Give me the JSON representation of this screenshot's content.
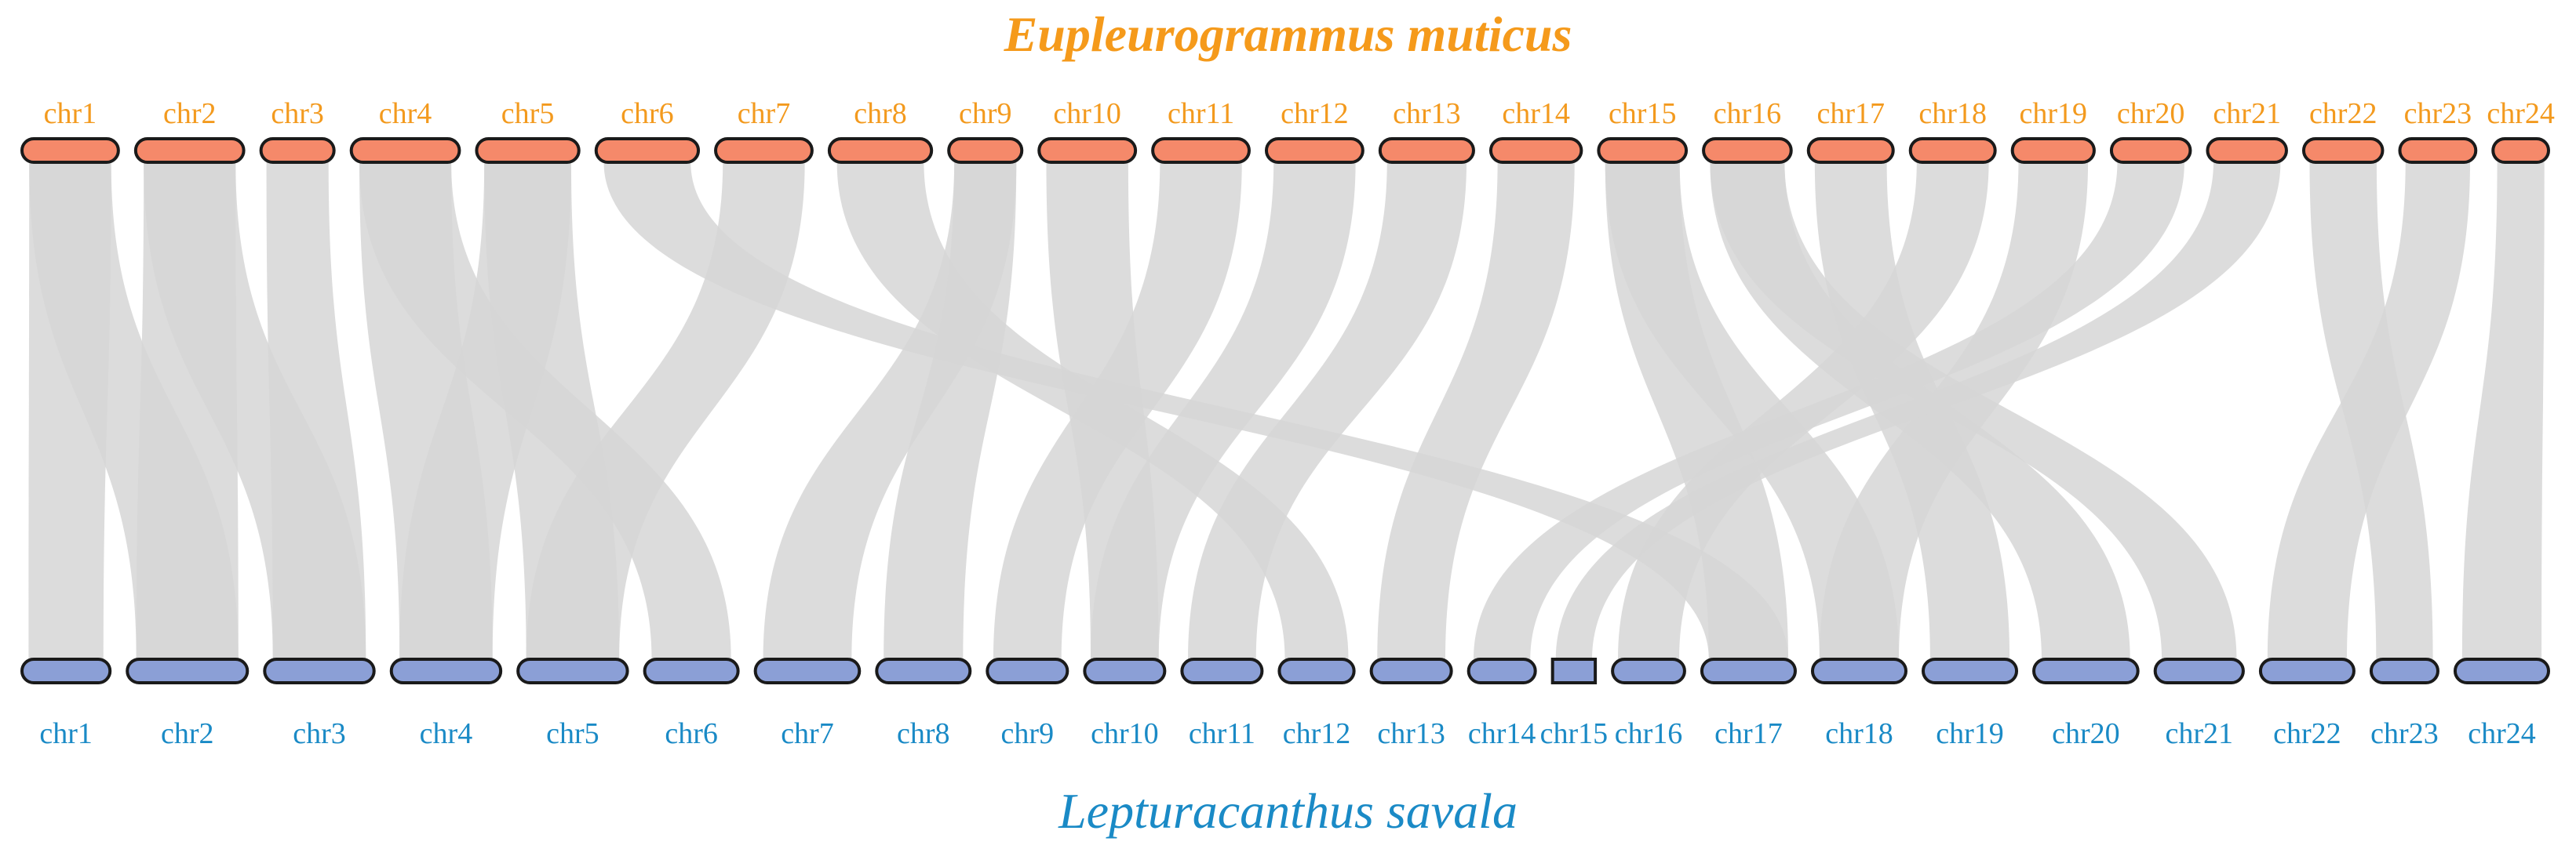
{
  "top_genome": {
    "species": "Eupleurogrammus muticus",
    "title_color": "#f59a1b",
    "label_color": "#f39a1e",
    "bar_color": "#f5896a",
    "chromosomes": [
      {
        "name": "chr1",
        "size": 33
      },
      {
        "name": "chr2",
        "size": 37
      },
      {
        "name": "chr3",
        "size": 25
      },
      {
        "name": "chr4",
        "size": 37
      },
      {
        "name": "chr5",
        "size": 35
      },
      {
        "name": "chr6",
        "size": 35
      },
      {
        "name": "chr7",
        "size": 33
      },
      {
        "name": "chr8",
        "size": 35
      },
      {
        "name": "chr9",
        "size": 25
      },
      {
        "name": "chr10",
        "size": 33
      },
      {
        "name": "chr11",
        "size": 33
      },
      {
        "name": "chr12",
        "size": 33
      },
      {
        "name": "chr13",
        "size": 32
      },
      {
        "name": "chr14",
        "size": 31
      },
      {
        "name": "chr15",
        "size": 30
      },
      {
        "name": "chr16",
        "size": 30
      },
      {
        "name": "chr17",
        "size": 29
      },
      {
        "name": "chr18",
        "size": 29
      },
      {
        "name": "chr19",
        "size": 28
      },
      {
        "name": "chr20",
        "size": 27
      },
      {
        "name": "chr21",
        "size": 27
      },
      {
        "name": "chr22",
        "size": 27
      },
      {
        "name": "chr23",
        "size": 26
      },
      {
        "name": "chr24",
        "size": 19
      }
    ]
  },
  "bottom_genome": {
    "species": "Lepturacanthus savala",
    "title_color": "#1a8ac6",
    "label_color": "#1a8ac6",
    "bar_color": "#8b9fd6",
    "chromosomes": [
      {
        "name": "chr1",
        "size": 33
      },
      {
        "name": "chr2",
        "size": 45
      },
      {
        "name": "chr3",
        "size": 41
      },
      {
        "name": "chr4",
        "size": 41
      },
      {
        "name": "chr5",
        "size": 41
      },
      {
        "name": "chr6",
        "size": 35
      },
      {
        "name": "chr7",
        "size": 39
      },
      {
        "name": "chr8",
        "size": 35
      },
      {
        "name": "chr9",
        "size": 30
      },
      {
        "name": "chr10",
        "size": 30
      },
      {
        "name": "chr11",
        "size": 30
      },
      {
        "name": "chr12",
        "size": 28
      },
      {
        "name": "chr13",
        "size": 30
      },
      {
        "name": "chr14",
        "size": 25
      },
      {
        "name": "chr15",
        "size": 16
      },
      {
        "name": "chr16",
        "size": 27
      },
      {
        "name": "chr17",
        "size": 35
      },
      {
        "name": "chr18",
        "size": 35
      },
      {
        "name": "chr19",
        "size": 35
      },
      {
        "name": "chr20",
        "size": 39
      },
      {
        "name": "chr21",
        "size": 33
      },
      {
        "name": "chr22",
        "size": 35
      },
      {
        "name": "chr23",
        "size": 25
      },
      {
        "name": "chr24",
        "size": 35
      }
    ]
  },
  "link_color": "#d6d6d6",
  "synteny_links": [
    {
      "top": "chr1",
      "bottom": "chr1"
    },
    {
      "top": "chr1",
      "bottom": "chr2"
    },
    {
      "top": "chr2",
      "bottom": "chr2"
    },
    {
      "top": "chr2",
      "bottom": "chr3"
    },
    {
      "top": "chr3",
      "bottom": "chr3"
    },
    {
      "top": "chr4",
      "bottom": "chr4"
    },
    {
      "top": "chr4",
      "bottom": "chr6"
    },
    {
      "top": "chr5",
      "bottom": "chr5"
    },
    {
      "top": "chr5",
      "bottom": "chr4"
    },
    {
      "top": "chr6",
      "bottom": "chr17"
    },
    {
      "top": "chr7",
      "bottom": "chr5"
    },
    {
      "top": "chr8",
      "bottom": "chr12"
    },
    {
      "top": "chr9",
      "bottom": "chr7"
    },
    {
      "top": "chr9",
      "bottom": "chr8"
    },
    {
      "top": "chr10",
      "bottom": "chr10"
    },
    {
      "top": "chr11",
      "bottom": "chr9"
    },
    {
      "top": "chr12",
      "bottom": "chr10"
    },
    {
      "top": "chr13",
      "bottom": "chr11"
    },
    {
      "top": "chr14",
      "bottom": "chr13"
    },
    {
      "top": "chr15",
      "bottom": "chr17"
    },
    {
      "top": "chr15",
      "bottom": "chr18"
    },
    {
      "top": "chr16",
      "bottom": "chr20"
    },
    {
      "top": "chr16",
      "bottom": "chr21"
    },
    {
      "top": "chr17",
      "bottom": "chr19"
    },
    {
      "top": "chr18",
      "bottom": "chr16"
    },
    {
      "top": "chr19",
      "bottom": "chr18"
    },
    {
      "top": "chr20",
      "bottom": "chr14"
    },
    {
      "top": "chr21",
      "bottom": "chr15"
    },
    {
      "top": "chr22",
      "bottom": "chr23"
    },
    {
      "top": "chr23",
      "bottom": "chr22"
    },
    {
      "top": "chr24",
      "bottom": "chr24"
    }
  ]
}
